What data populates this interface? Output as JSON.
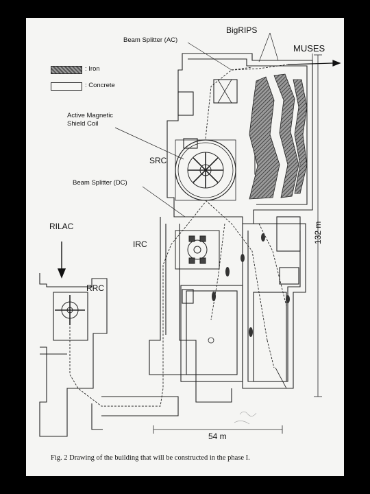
{
  "labels": {
    "beam_splitter_ac": "Beam Splitter (AC)",
    "bigrips": "BigRIPS",
    "muses": "MUSES",
    "active_magnetic_shield_coil_line1": "Active Magnetic",
    "active_magnetic_shield_coil_line2": "Shield Coil",
    "src": "SRC",
    "beam_splitter_dc": "Beam Splitter (DC)",
    "rilac": "RILAC",
    "irc": "IRC",
    "rrc": "RRC",
    "dim_width": "54 m",
    "dim_height": "132 m"
  },
  "legend": [
    {
      "label": ": Iron",
      "swatch": "iron"
    },
    {
      "label": ": Concrete",
      "swatch": "concrete"
    }
  ],
  "caption": "Fig. 2  Drawing of the building that will be constructed in the phase I.",
  "colors": {
    "paper": "#f5f5f3",
    "ink": "#222222",
    "iron": "#7a7a7a"
  }
}
